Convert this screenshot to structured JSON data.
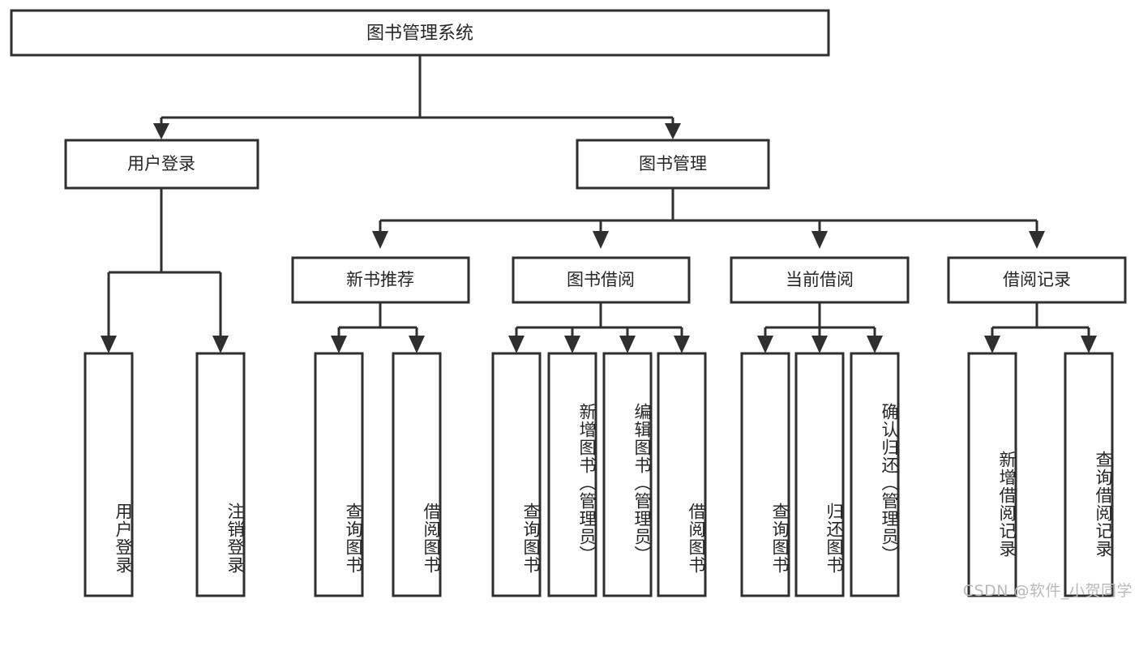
{
  "diagram": {
    "title": "图书管理系统",
    "type": "tree-hierarchy",
    "watermark": "CSDN @软件_小贺同学",
    "colors": {
      "stroke": "#2f2f2f",
      "box_fill": "#ffffff",
      "text": "#262626",
      "background": "#ffffff",
      "watermark": "#b9b9b9"
    },
    "root": {
      "label": "图书管理系统"
    },
    "level2": [
      {
        "id": "user-login",
        "label": "用户登录"
      },
      {
        "id": "book-manage",
        "label": "图书管理"
      }
    ],
    "level3": [
      {
        "id": "new-book-recommend",
        "label": "新书推荐",
        "parent": "book-manage"
      },
      {
        "id": "book-borrow",
        "label": "图书借阅",
        "parent": "book-manage"
      },
      {
        "id": "current-borrow",
        "label": "当前借阅",
        "parent": "book-manage"
      },
      {
        "id": "borrow-record",
        "label": "借阅记录",
        "parent": "book-manage"
      }
    ],
    "leaves": {
      "user-login": [
        {
          "id": "leaf-user-login",
          "label": "用户登录"
        },
        {
          "id": "leaf-user-logout",
          "label": "注销登录"
        }
      ],
      "new-book-recommend": [
        {
          "id": "leaf-query-book-1",
          "label": "查询图书"
        },
        {
          "id": "leaf-borrow-book-1",
          "label": "借阅图书"
        }
      ],
      "book-borrow": [
        {
          "id": "leaf-query-book-2",
          "label": "查询图书"
        },
        {
          "id": "leaf-add-book",
          "label": "新增图书（管理员）"
        },
        {
          "id": "leaf-edit-book",
          "label": "编辑图书（管理员）"
        },
        {
          "id": "leaf-borrow-book-2",
          "label": "借阅图书"
        }
      ],
      "current-borrow": [
        {
          "id": "leaf-query-book-3",
          "label": "查询图书"
        },
        {
          "id": "leaf-return-book",
          "label": "归还图书"
        },
        {
          "id": "leaf-confirm-return",
          "label": "确认归还（管理员）"
        }
      ],
      "borrow-record": [
        {
          "id": "leaf-add-record",
          "label": "新增借阅记录"
        },
        {
          "id": "leaf-query-record",
          "label": "查询借阅记录"
        }
      ]
    }
  }
}
